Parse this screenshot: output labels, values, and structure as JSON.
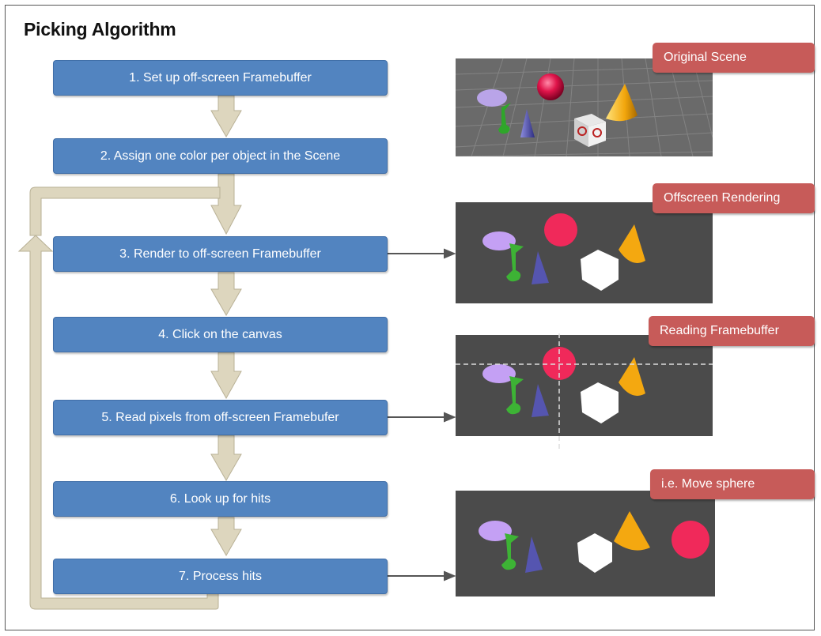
{
  "title": "Picking Algorithm",
  "steps": [
    "1. Set up off-screen Framebuffer",
    "2. Assign one color per object in the Scene",
    "3. Render to off-screen Framebuffer",
    "4. Click on the canvas",
    "5. Read pixels from off-screen Framebufer",
    "6. Look up for hits",
    "7. Process hits"
  ],
  "panels": [
    "Original Scene",
    "Offscreen Rendering",
    "Reading Framebuffer",
    "i.e. Move sphere"
  ],
  "colors": {
    "step_box": "#5284c0",
    "label_box": "#c75b59",
    "flow_arrow": "#ddd6be",
    "scene_bg": "#4b4b4b",
    "sphere": "#f0295a",
    "ellipse": "#c4a0f4",
    "cone_blue": "#5555b0",
    "cone_orange": "#f4a810",
    "flag_green": "#3db335",
    "cube": "#ffffff"
  }
}
